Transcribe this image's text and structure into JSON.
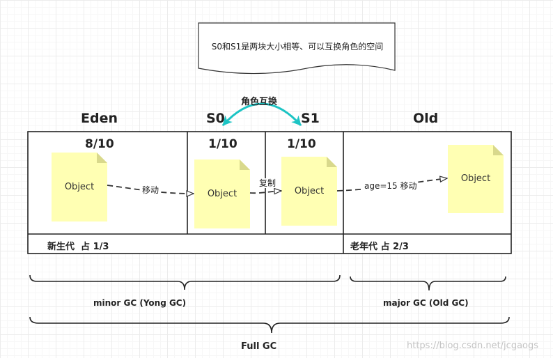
{
  "note": {
    "text": "S0和S1是两块大小相等、可以互换角色的空间"
  },
  "swap_label": "角色互换",
  "regions": {
    "eden": {
      "title": "Eden",
      "fraction": "8/10"
    },
    "s0": {
      "title": "S0",
      "fraction": "1/10"
    },
    "s1": {
      "title": "S1",
      "fraction": "1/10"
    },
    "old": {
      "title": "Old"
    }
  },
  "young_gen_label": "新生代  占 1/3",
  "old_gen_label": "老年代 占 2/3",
  "objects": [
    "Object",
    "Object",
    "Object",
    "Object"
  ],
  "edges": {
    "move": "移动",
    "copy": "复制",
    "age_move": "age=15 移动"
  },
  "braces": {
    "minor": "minor GC (Yong GC)",
    "major": "major GC (Old GC)",
    "full": "Full GC"
  },
  "watermark": "https://blog.csdn.net/jcgaogs",
  "colors": {
    "document": "#ffffb3",
    "document_fold": "#d9d98c",
    "swap_arrow": "#1cc4c4",
    "stroke": "#222222"
  }
}
